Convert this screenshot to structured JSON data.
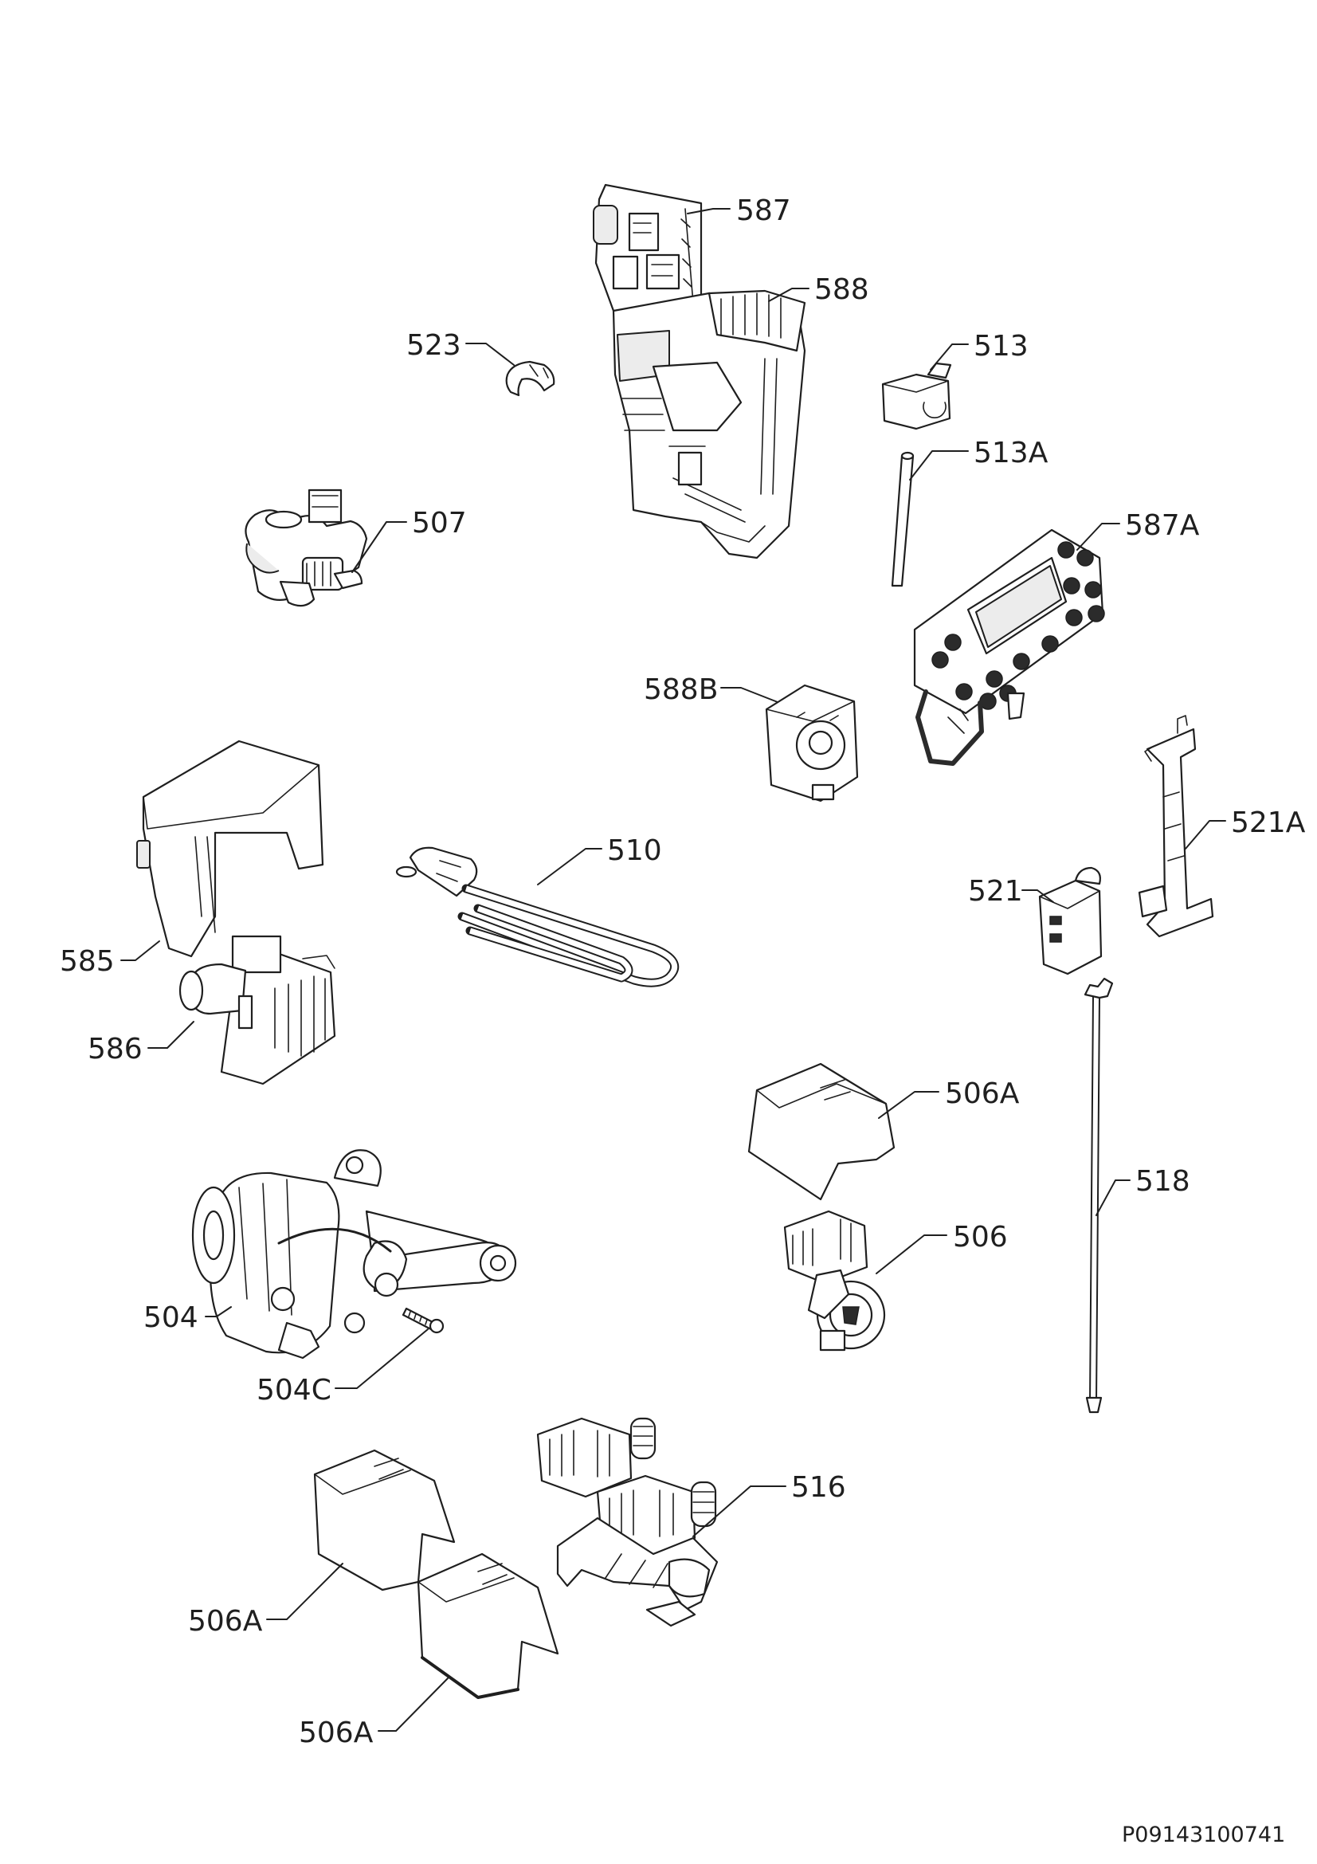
{
  "callouts": {
    "c587": "587",
    "c588": "588",
    "c523": "523",
    "c513": "513",
    "c513A": "513A",
    "c507": "507",
    "c587A": "587A",
    "c588B": "588B",
    "c510": "510",
    "c521A": "521A",
    "c521": "521",
    "c585": "585",
    "c586": "586",
    "c506A_right": "506A",
    "c518": "518",
    "c506": "506",
    "c504": "504",
    "c504C": "504C",
    "c516": "516",
    "c506A_lower1": "506A",
    "c506A_lower2": "506A"
  },
  "document_id": "P09143100741"
}
